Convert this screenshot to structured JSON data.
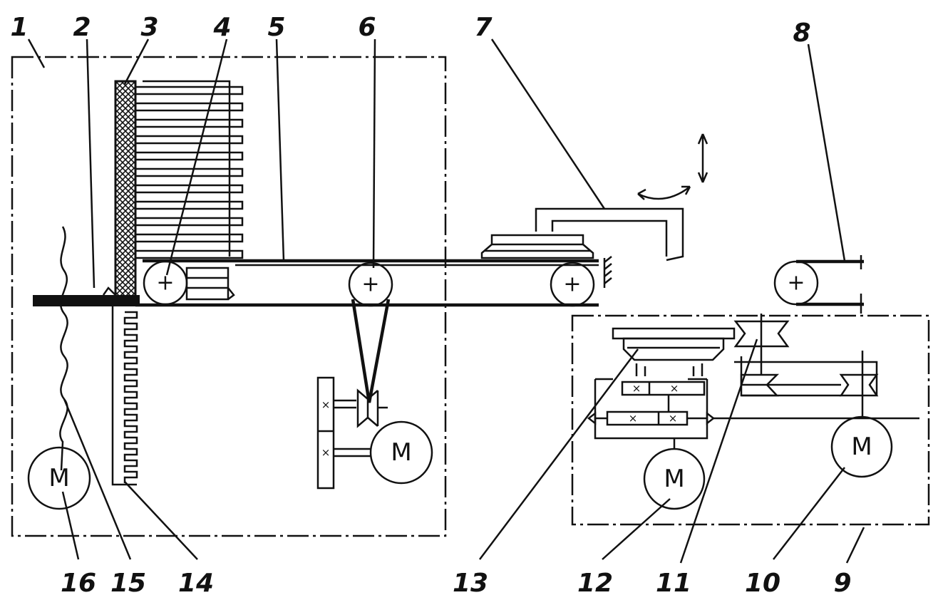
{
  "motor_label": "M",
  "callouts": [
    {
      "id": "1",
      "text": "1"
    },
    {
      "id": "2",
      "text": "2"
    },
    {
      "id": "3",
      "text": "3"
    },
    {
      "id": "4",
      "text": "4"
    },
    {
      "id": "5",
      "text": "5"
    },
    {
      "id": "6",
      "text": "6"
    },
    {
      "id": "7",
      "text": "7"
    },
    {
      "id": "8",
      "text": "8"
    },
    {
      "id": "9",
      "text": "9"
    },
    {
      "id": "10",
      "text": "10"
    },
    {
      "id": "11",
      "text": "11"
    },
    {
      "id": "12",
      "text": "12"
    },
    {
      "id": "13",
      "text": "13"
    },
    {
      "id": "14",
      "text": "14"
    },
    {
      "id": "15",
      "text": "15"
    },
    {
      "id": "16",
      "text": "16"
    }
  ]
}
